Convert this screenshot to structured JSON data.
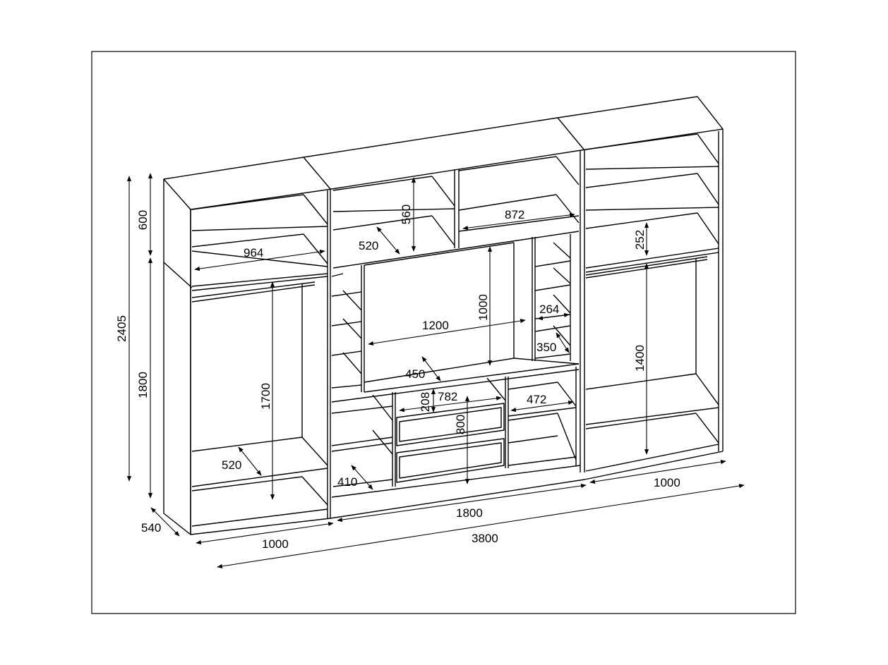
{
  "drawing": {
    "line_color": "#000000",
    "background_color": "#ffffff",
    "dimensions": {
      "height_total": "2405",
      "height_top": "600",
      "height_bottom": "1800",
      "depth": "540",
      "width_left": "1000",
      "width_middle": "1800",
      "width_right": "1000",
      "width_total": "3800",
      "left_inner_width": "964",
      "left_hang_height": "1700",
      "left_shelf_depth": "520",
      "mid_top_depth": "520",
      "mid_top_height": "560",
      "mid_top_width": "872",
      "tv_width": "1200",
      "tv_height": "1000",
      "tv_depth": "450",
      "side_width": "264",
      "side_depth": "350",
      "drawer_height": "208",
      "drawer_width": "782",
      "lower_height": "800",
      "lower_right_width": "472",
      "lower_left_depth": "410",
      "right_top_height": "252",
      "right_hang_height": "1400"
    }
  }
}
